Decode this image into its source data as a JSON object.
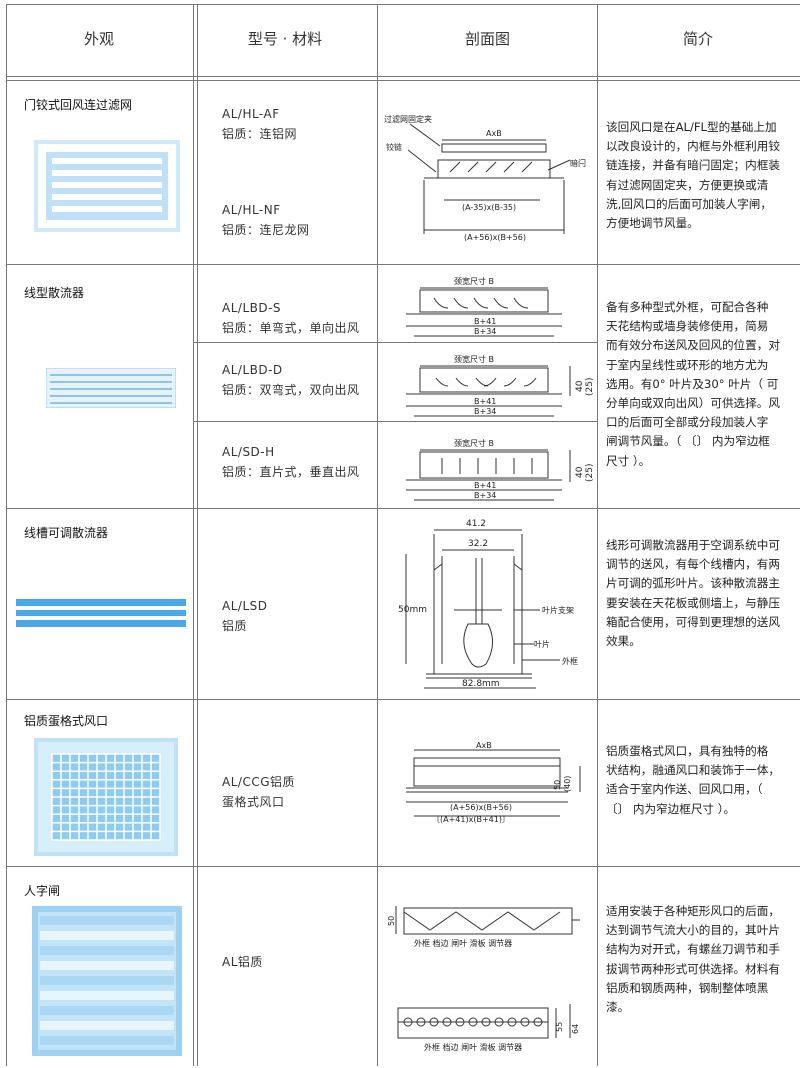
{
  "headers": {
    "appearance": "外观",
    "model_material": "型号 · 材料",
    "section_view": "剖面图",
    "intro": "简介"
  },
  "rows": [
    {
      "title": "门铰式回风连过滤网",
      "models": [
        "AL/HL-AF",
        "铝质：连铝网",
        "AL/HL-NF",
        "铝质：连尼龙网"
      ],
      "diagram_labels": {
        "clip": "过滤网固定夹",
        "hinge": "铰链",
        "axb": "AxB",
        "latch": "暗闩",
        "inner": "(A-35)x(B-35)",
        "outer": "(A+56)x(B+56)"
      },
      "desc": [
        "该回风口是在AL/FL型的基础上加",
        "以改良设计的，内框与外框利用铰",
        "链连接，并备有暗闩固定；内框装",
        "有过滤网固定夹，方便更换或清",
        "洗,回风口的后面可加装人字闸，",
        "方便地调节风量。"
      ]
    },
    {
      "title": "线型散流器",
      "models": [
        "AL/LBD-S",
        "铝质：单弯式，单向出风",
        "AL/LBD-D",
        "铝质：双弯式，双向出风",
        "AL/SD-H",
        "铝质：直片式，垂直出风"
      ],
      "diagram_labels": {
        "neck": "颈宽尺寸 B",
        "b41": "B+41",
        "b34": "B+34",
        "h40": "40",
        "h25": "(25)"
      },
      "desc": [
        "备有多种型式外框，可配合各种",
        "天花结构或墙身装修使用，简易",
        "而有效分布送风及回风的位置，对",
        "于室内呈线性或环形的地方尤为",
        "选用。有0° 叶片及30° 叶片（ 可",
        "分单向或双向出风）可供选择。风",
        "口的后面可全部或分段加装人字",
        "闸调节风量。（ 〔〕 内为窄边框",
        "尺寸 ）。"
      ]
    },
    {
      "title": "线槽可调散流器",
      "models": [
        "AL/LSD",
        "铝质"
      ],
      "diagram_labels": {
        "w1": "41.2",
        "w2": "32.2",
        "h": "50mm",
        "support": "叶片支架",
        "blade": "叶片",
        "frame": "外框",
        "w3": "82.8mm"
      },
      "desc": [
        "线形可调散流器用于空调系统中可",
        "调节的送风，有每个线槽内，有两",
        "片可调的弧形叶片。该种散流器主",
        "要安装在天花板或侧墙上，与静压",
        "箱配合使用，可得到更理想的送风",
        "效果。"
      ]
    },
    {
      "title": "铝质蛋格式风口",
      "models": [
        "AL/CCG铝质",
        "蛋格式风口"
      ],
      "diagram_labels": {
        "axb": "AxB",
        "h50": "50",
        "h40": "(40)",
        "d1": "(A+56)x(B+56)",
        "d2": "〔(A+41)x(B+41)〕"
      },
      "desc": [
        "铝质蛋格式风口，具有独特的格",
        "状结构，融通风口和装饰于一体，",
        "适合于室内作送、回风口用，（",
        "〔〕 内为窄边框尺寸 ）。"
      ]
    },
    {
      "title": "人字闸",
      "models": [
        "AL铝质"
      ],
      "diagram_labels": {
        "h50": "50",
        "h55": "55",
        "h64": "64",
        "parts": "外框  档边  闸叶   滑板   调节器"
      },
      "desc": [
        "适用安装于各种矩形风口的后面，",
        "达到调节气流大小的目的，其叶片",
        "结构为对开式，有螺丝刀调节和手",
        "拔调节两种形式可供选择。材料有",
        "铝质和钢质两种，钢制整体喷黑",
        "漆。"
      ]
    }
  ],
  "colors": {
    "line": "#777777",
    "product_blue": "#7cc0e8",
    "product_light": "#dcefff",
    "drawing": "#333333"
  }
}
